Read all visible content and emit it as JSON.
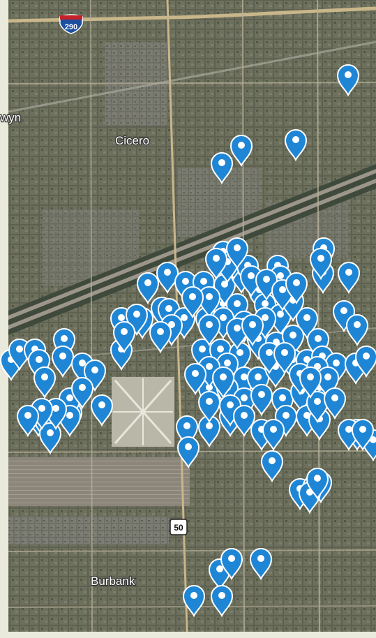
{
  "map": {
    "labels": {
      "cicero": "Cicero",
      "burbank": "Burbank",
      "berwyn_partial": "wyn"
    },
    "shields": {
      "interstate": "290",
      "us_route": "50"
    },
    "colors": {
      "marker": "#1f86d6",
      "marker_stroke": "#ffffff",
      "marker_dot": "#ffffff",
      "road_major": "#c9b68a",
      "road_minor": "#ffffff",
      "land_base": "#6a6b5a",
      "page_bg": "#e9eadc"
    },
    "marker_count": 140
  }
}
